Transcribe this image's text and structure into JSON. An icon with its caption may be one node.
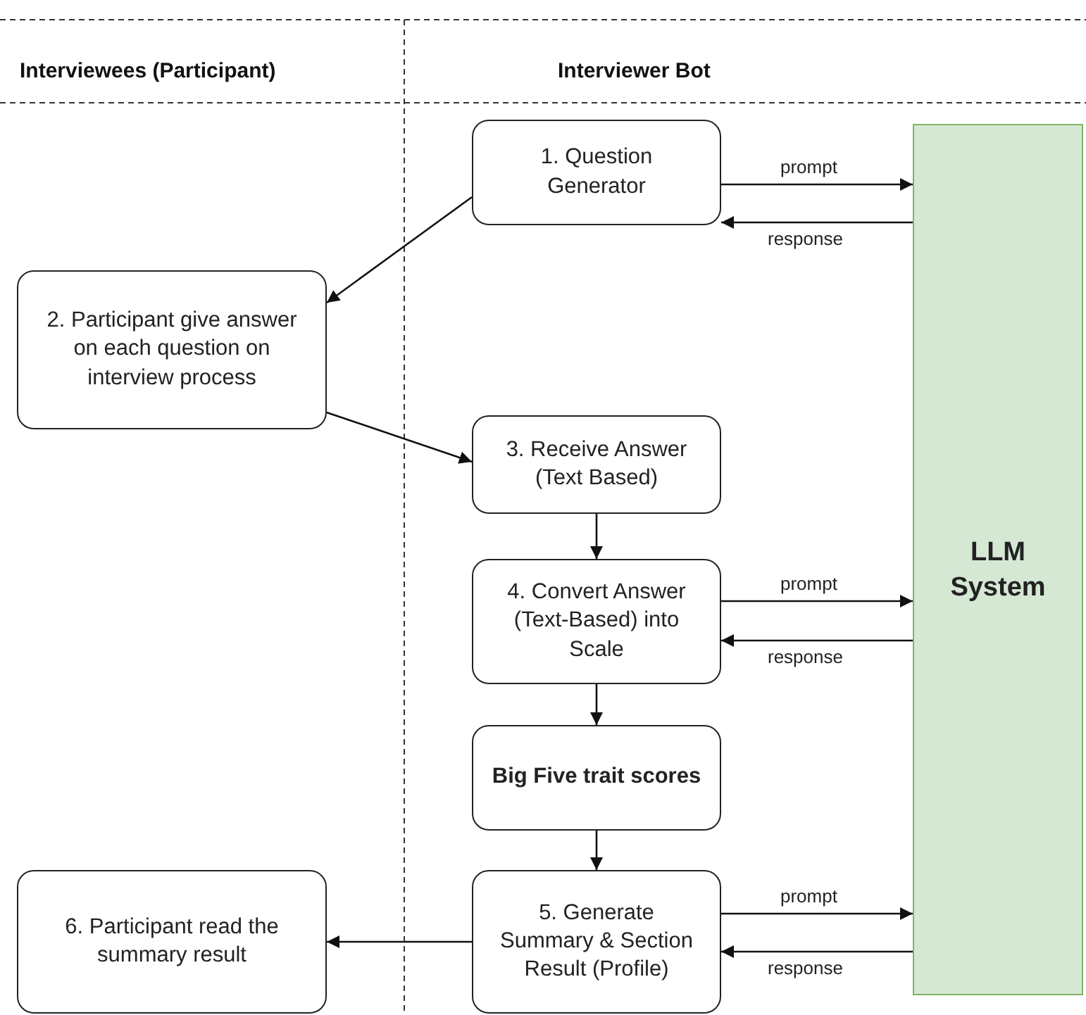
{
  "diagram": {
    "nodes": [
      {
        "text": [
          "1. Question Generator"
        ]
      },
      {
        "text": [
          "2. Participant give answer on each question on interview process"
        ]
      },
      {
        "text": [
          "3. Receive Answer (Text Based)"
        ]
      },
      {
        "text": [
          "4. Convert Answer (Text-Based) into Scale"
        ]
      },
      {
        "text": [
          "Big Five trait scores"
        ]
      },
      {
        "text": [
          "5. Generate Summary & Section Result (Profile)"
        ]
      },
      {
        "text": [
          "6. Participant read the summary result"
        ]
      },
      {
        "text": [
          "LLM System"
        ]
      }
    ],
    "edges": [
      {
        "from": 0,
        "to": 7,
        "arrow": "to",
        "label": "prompt"
      },
      {
        "from": 7,
        "to": 0,
        "arrow": "to",
        "label": "response"
      },
      {
        "from": 0,
        "to": 1,
        "arrow": "to"
      },
      {
        "from": 1,
        "to": 2,
        "arrow": "to"
      },
      {
        "from": 2,
        "to": 3,
        "arrow": "to"
      },
      {
        "from": 3,
        "to": 7,
        "arrow": "to",
        "label": "prompt"
      },
      {
        "from": 7,
        "to": 3,
        "arrow": "to",
        "label": "response"
      },
      {
        "from": 3,
        "to": 4,
        "arrow": "to"
      },
      {
        "from": 4,
        "to": 5,
        "arrow": "to"
      },
      {
        "from": 5,
        "to": 7,
        "arrow": "to",
        "label": "prompt"
      },
      {
        "from": 7,
        "to": 5,
        "arrow": "to",
        "label": "response"
      },
      {
        "from": 5,
        "to": 6,
        "arrow": "to"
      }
    ],
    "labels": [
      "Interviewees (Participant)",
      "Interviewer Bot"
    ]
  }
}
